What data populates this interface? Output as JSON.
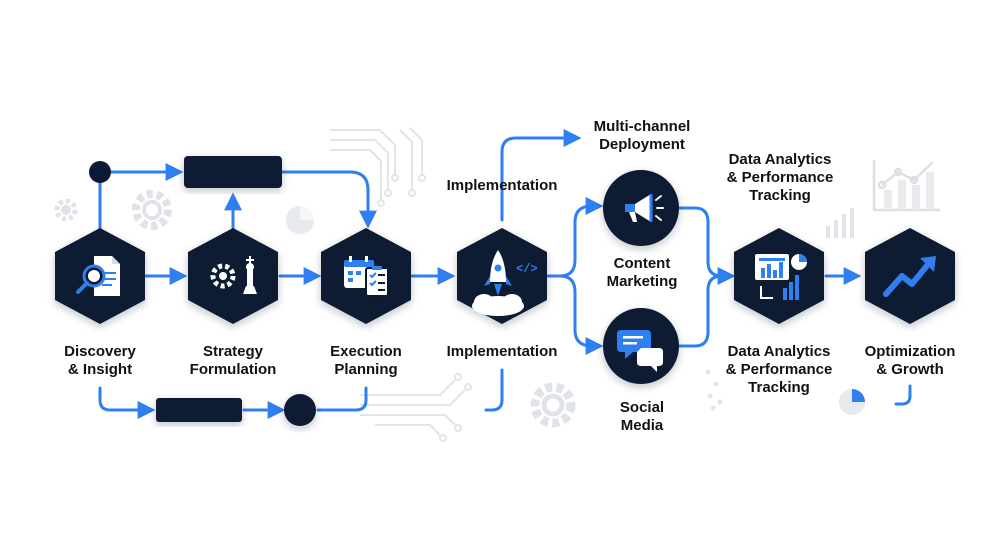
{
  "colors": {
    "node_fill": "#0b1a33",
    "accent": "#2f7ff0",
    "decor_grey": "#e1e4e9",
    "text": "#121212"
  },
  "steps": [
    {
      "line1": "Discovery",
      "line2": "& Insight",
      "icon": "document-search-icon"
    },
    {
      "line1": "Strategy",
      "line2": "Formulation",
      "icon": "gear-chess-icon"
    },
    {
      "line1": "Execution",
      "line2": "Planning",
      "icon": "calendar-checklist-icon"
    },
    {
      "line1": "Implementation",
      "line2": "",
      "icon": "rocket-code-icon"
    },
    {
      "line1": "Data Analytics",
      "line2": "& Performance",
      "line3": "Tracking",
      "icon": "dashboard-icon"
    },
    {
      "line1": "Optimization",
      "line2": "& Growth",
      "icon": "growth-arrow-icon"
    }
  ],
  "top_labels": {
    "implementation": "Implementation",
    "multichannel_line1": "Multi-channel",
    "multichannel_line2": "Deployment",
    "analytics_line1": "Data Analytics",
    "analytics_line2": "& Performance",
    "analytics_line3": "Tracking"
  },
  "channels": [
    {
      "line1": "Content",
      "line2": "Marketing",
      "icon": "megaphone-icon"
    },
    {
      "line1": "Social",
      "line2": "Media",
      "icon": "chat-bubbles-icon"
    }
  ]
}
